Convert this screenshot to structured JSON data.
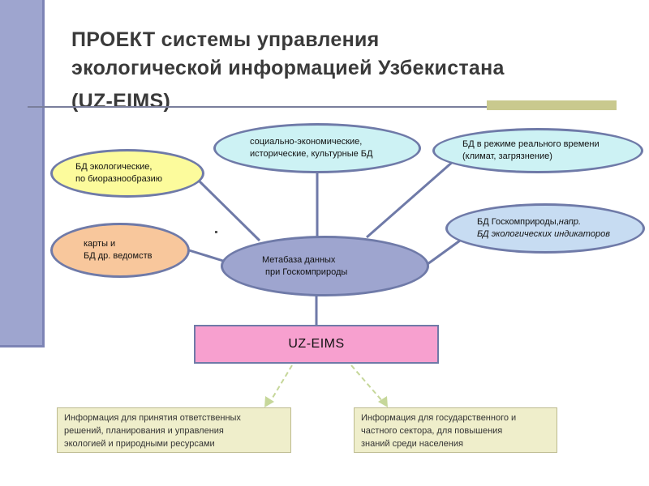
{
  "title": {
    "line1": "ПРОЕКТ системы управления",
    "line2": "экологической информацией Узбекистана",
    "line3": "(UZ-EIMS)"
  },
  "nodes": {
    "social": {
      "line1": "социально-экономические,",
      "line2": "исторические, культурные БД"
    },
    "realtime": {
      "line1": "БД в режиме реального времени",
      "line2": "(климат, загрязнение)"
    },
    "eco": {
      "line1": "БД экологические,",
      "line2": "по биоразнообразию"
    },
    "maps": {
      "line1": "карты и",
      "line2": "БД др. ведомств"
    },
    "goskom": {
      "line1_a": "БД Госкомприроды,",
      "line1_b": "напр.",
      "line2": "БД экологических индикаторов"
    },
    "meta": {
      "line1": "Метабаза данных",
      "line2": "при Госкомприроды"
    }
  },
  "uz_eims": {
    "label": "UZ-EIMS"
  },
  "outputs": {
    "left": {
      "line1": "Информация для принятия ответственных",
      "line2": "решений, планирования и управления",
      "line3": "экологией и природными ресурсами"
    },
    "right": {
      "line1": "Информация для государственного и",
      "line2": "частного сектора, для повышения",
      "line3": "знаний среди населения"
    }
  },
  "colors": {
    "sidebar": "#9ea5cf",
    "ellipse_border": "#6f7aa8",
    "cyan_fill": "#cdf2f4",
    "yellow_fill": "#fcfb9c",
    "orange_fill": "#f8c79c",
    "blue_fill": "#c7dcf2",
    "meta_fill": "#9ea5cf",
    "uz_box_fill": "#f7a0cf",
    "info_fill": "#efeecb",
    "dashed_arrow": "#c6d79a"
  }
}
